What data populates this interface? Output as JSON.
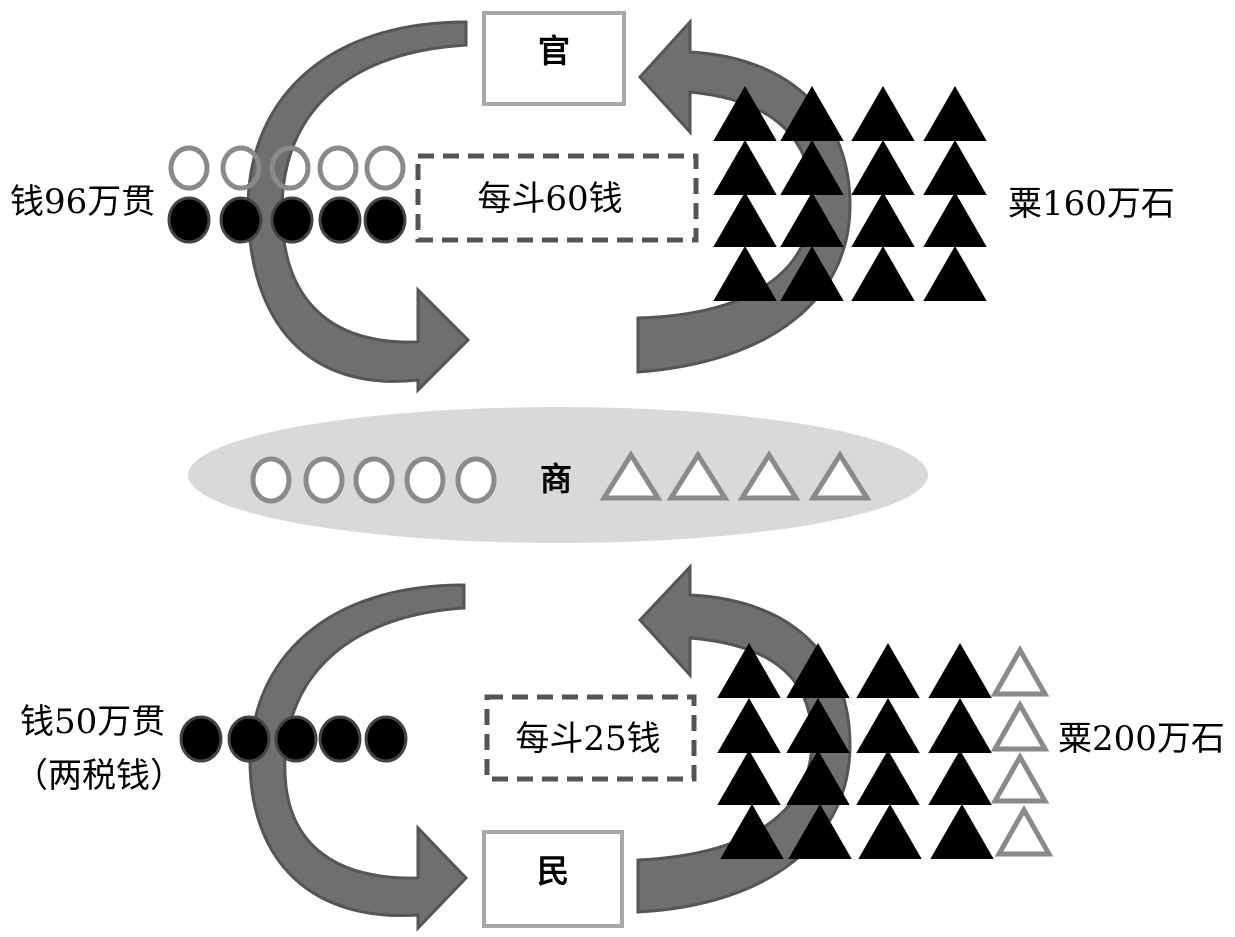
{
  "nodes": {
    "official": "官",
    "merchant": "商",
    "people": "民"
  },
  "top": {
    "money_label": "钱96万贯",
    "price_label": "每斗60钱",
    "grain_label": "粟160万石"
  },
  "bottom": {
    "money_label_line1": "钱50万贯",
    "money_label_line2": "（两税钱）",
    "price_label": "每斗25钱",
    "grain_label": "粟200万石"
  },
  "symbols": {
    "top_coins_open": 5,
    "top_coins_filled": 5,
    "merchant_coins_open": 5,
    "merchant_grain_open": 4,
    "top_grain_filled": 16,
    "bottom_coins_filled": 5,
    "bottom_grain_filled": 16,
    "bottom_grain_open": 4
  },
  "colors": {
    "arrow_fill": "#6f6f6f",
    "arrow_stroke": "#555555",
    "coin_filled": "#000000",
    "coin_open_stroke": "#8a8a8a",
    "merchant_ellipse": "#d9d9d9",
    "box_stroke": "#a8a8a8",
    "dashed_stroke": "#555555"
  }
}
